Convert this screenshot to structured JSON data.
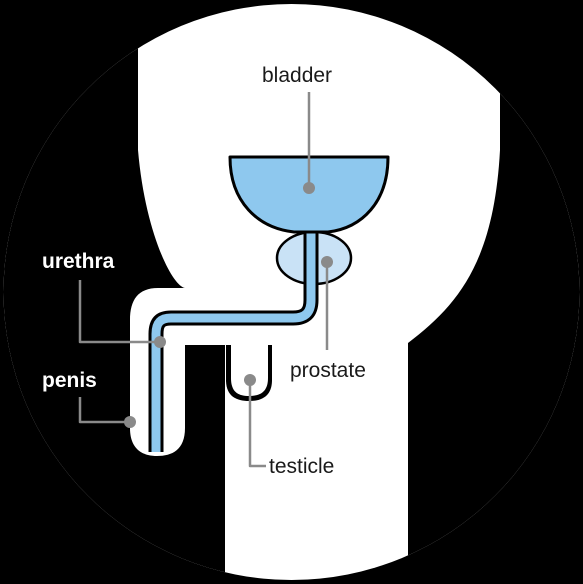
{
  "colors": {
    "background": "#000000",
    "body": "#ffffff",
    "organ_fill": "#8ec8ee",
    "prostate_fill": "#c9e2f6",
    "outline": "#000000",
    "leader": "#8a8a8a"
  },
  "labels": {
    "bladder": "bladder",
    "urethra": "urethra",
    "prostate": "prostate",
    "penis": "penis",
    "testicle": "testicle"
  }
}
